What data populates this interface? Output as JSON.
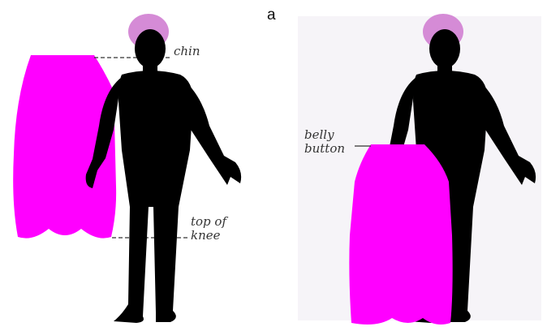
{
  "panel_label": "a",
  "left_panel": {
    "annotations": {
      "chin": "chin",
      "knee": "top of knee"
    }
  },
  "right_panel": {
    "annotations": {
      "belly": "belly button"
    }
  },
  "colors": {
    "board": "#ff00ff",
    "silhouette": "#000000",
    "hair": "#d58bd6",
    "guide_line": "#333333",
    "panel_bg_right": "#f6f4f8"
  }
}
